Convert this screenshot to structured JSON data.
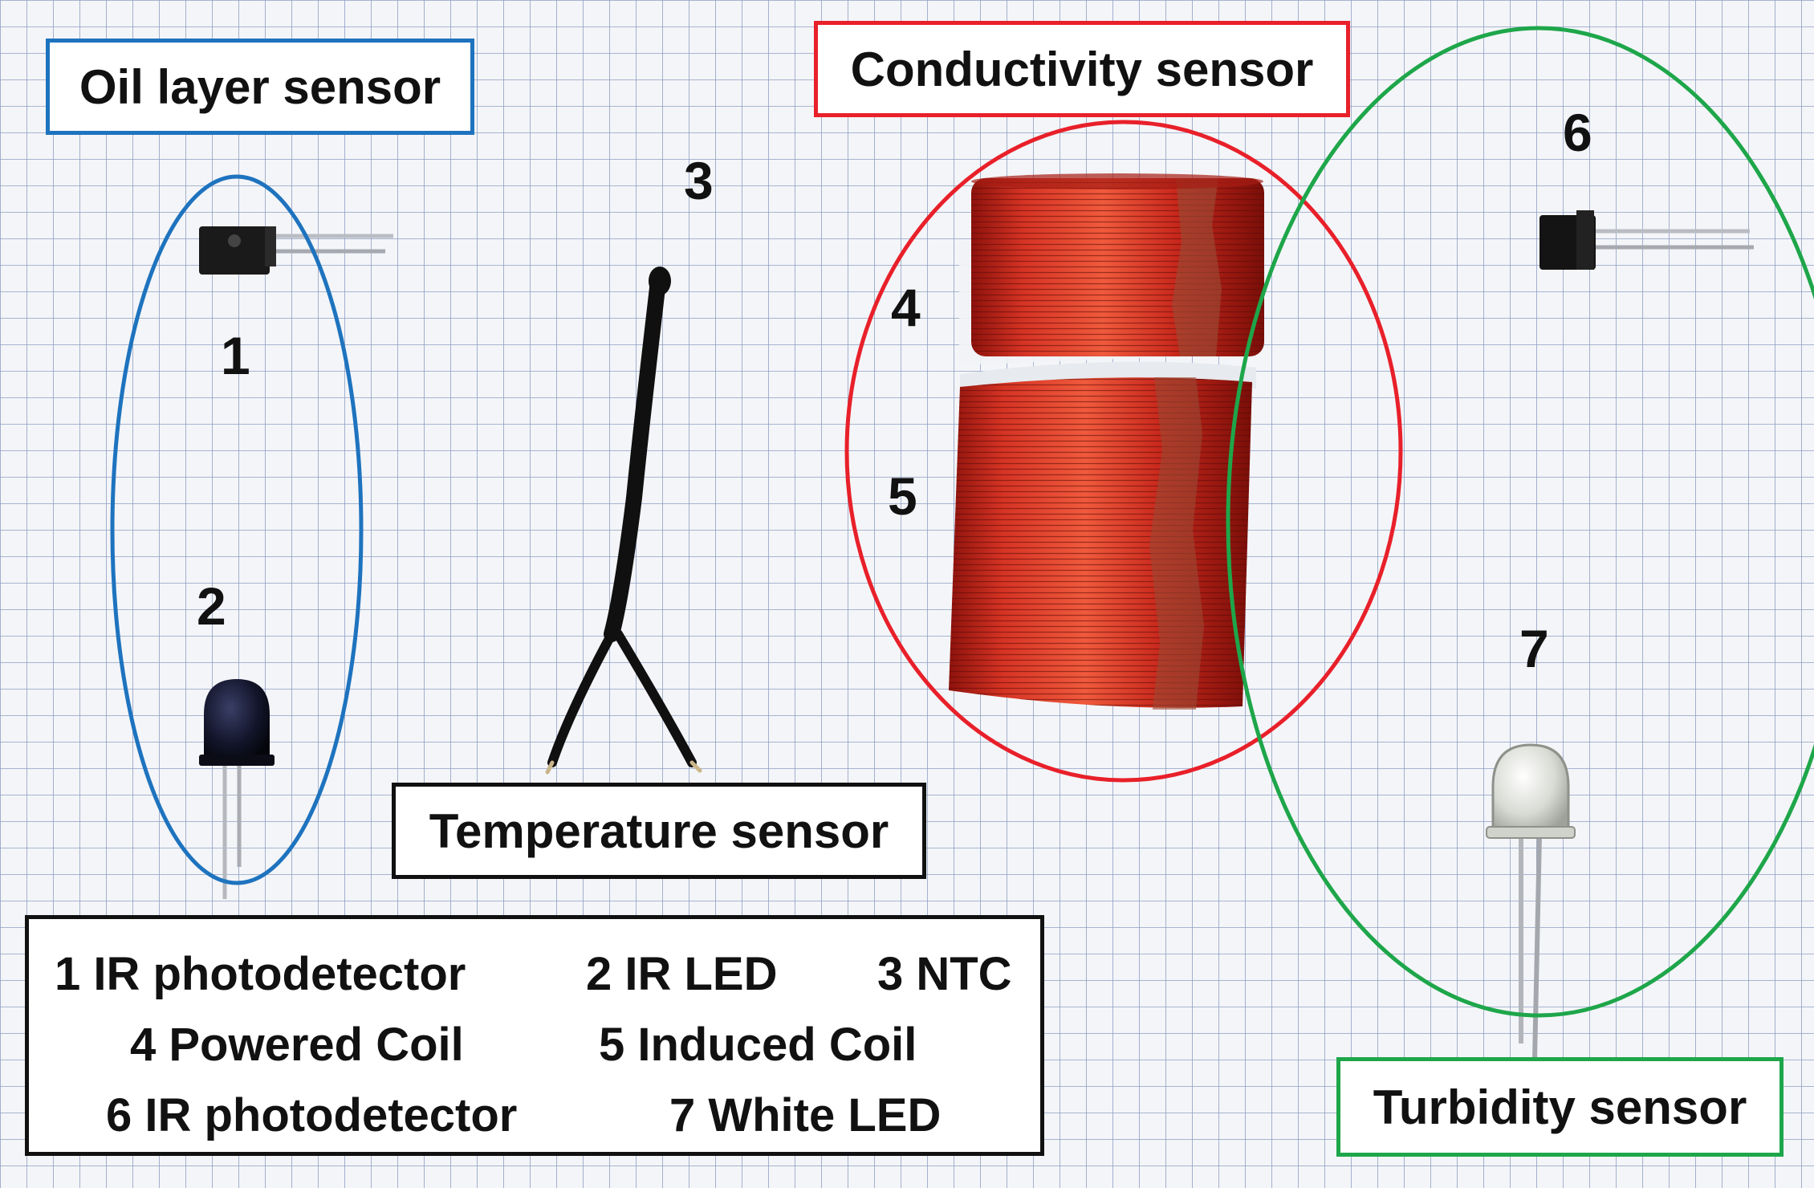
{
  "labels": {
    "oil": "Oil layer sensor",
    "conductivity": "Conductivity sensor",
    "temperature": "Temperature sensor",
    "turbidity": "Turbidity sensor"
  },
  "numbers": {
    "n1": "1",
    "n2": "2",
    "n3": "3",
    "n4": "4",
    "n5": "5",
    "n6": "6",
    "n7": "7"
  },
  "legend": {
    "items": [
      "1 IR photodetector",
      "2 IR LED",
      "3 NTC",
      "4 Powered Coil",
      "5 Induced Coil",
      "6 IR photodetector",
      "7 White LED"
    ]
  },
  "colors": {
    "oil": "#1e73be",
    "conductivity": "#e8202a",
    "turbidity": "#1ea64a",
    "temperature": "#111111",
    "grid": "#8d9fc4",
    "coil": "#c8281c"
  }
}
